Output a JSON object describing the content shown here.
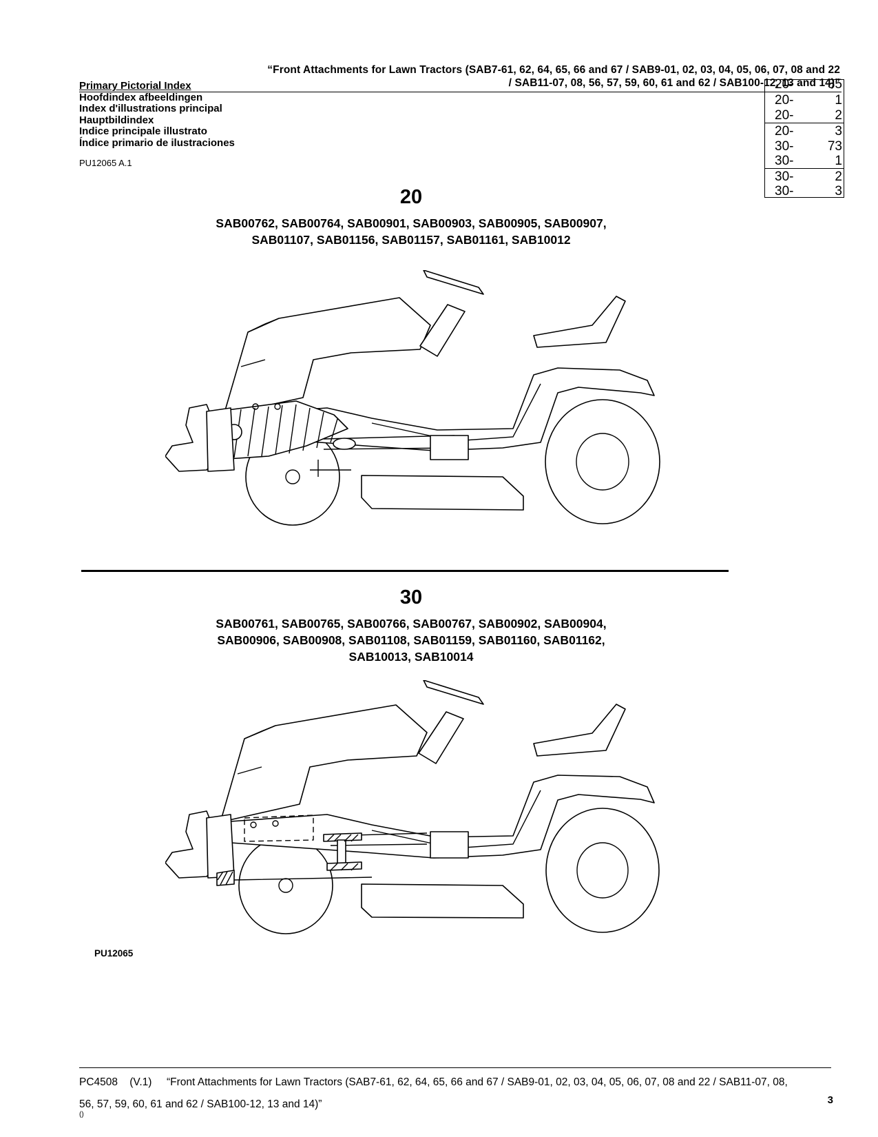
{
  "header": {
    "title_line1": "“Front Attachments for Lawn Tractors (SAB7-61, 62, 64, 65, 66 and 67 / SAB9-01, 02, 03, 04, 05, 06, 07, 08 and 22",
    "title_line2": "/ SAB11-07, 08, 56, 57, 59, 60, 61 and 62 / SAB100-12, 13 and 14)”",
    "index_titles": [
      "Primary Pictorial Index",
      "Hoofdindex afbeeldingen",
      "Index d'illustrations principal",
      "Hauptbildindex",
      "Indice principale illustrato",
      "Índice primario de ilustraciones"
    ],
    "ref": "PU12065 A.1"
  },
  "page_index": [
    {
      "section": "20-",
      "page": "35"
    },
    {
      "section": "20-",
      "page": "1"
    },
    {
      "section": "20-",
      "page": "2"
    },
    {
      "section": "20-",
      "page": "3"
    },
    {
      "section": "30-",
      "page": "73"
    },
    {
      "section": "30-",
      "page": "1"
    },
    {
      "section": "30-",
      "page": "2"
    },
    {
      "section": "30-",
      "page": "3"
    }
  ],
  "sections": [
    {
      "number": "20",
      "models_line1": "SAB00762, SAB00764, SAB00901, SAB00903, SAB00905, SAB00907,",
      "models_line2": "SAB01107, SAB01156, SAB01157, SAB01161, SAB10012",
      "models_line3": ""
    },
    {
      "number": "30",
      "models_line1": "SAB00761, SAB00765, SAB00766, SAB00767, SAB00902, SAB00904,",
      "models_line2": "SAB00906, SAB00908, SAB01108, SAB01159, SAB01160, SAB01162,",
      "models_line3": "SAB10013, SAB10014"
    }
  ],
  "figure_ref": "PU12065",
  "footer": {
    "doc": "PC4508",
    "version": "(V.1)",
    "title_line1": "“Front Attachments for Lawn Tractors (SAB7-61, 62, 64, 65, 66 and 67 / SAB9-01, 02, 03, 04, 05, 06, 07, 08 and 22 / SAB11-07, 08,",
    "title_line2": "56, 57, 59, 60, 61 and 62 / SAB100-12, 13 and 14)”",
    "page_number": "3",
    "tiny": "()"
  }
}
